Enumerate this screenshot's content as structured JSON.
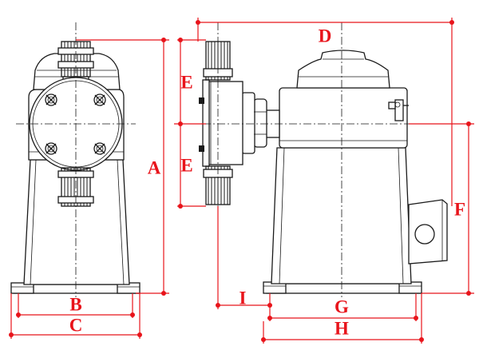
{
  "colors": {
    "dimension": "#e8141b",
    "line": "#1a1a1a",
    "background": "#ffffff"
  },
  "dimensions": {
    "A": "A",
    "B": "B",
    "C": "C",
    "D": "D",
    "E_upper": "E",
    "E_lower": "E",
    "F": "F",
    "G": "G",
    "H": "H",
    "I": "I"
  }
}
